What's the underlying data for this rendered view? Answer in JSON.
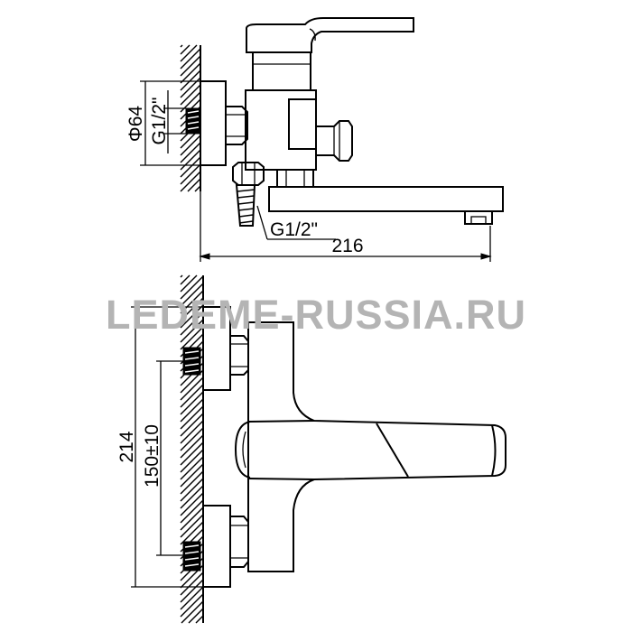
{
  "top_view": {
    "diameter_label": "Φ64",
    "thread_label_wall": "G1/2\"",
    "thread_label_hose": "G1/2\"",
    "width_label": "216"
  },
  "front_view": {
    "height_label": "214",
    "spacing_label": "150±10"
  },
  "watermark": "LEDEME-RUSSIA.RU"
}
